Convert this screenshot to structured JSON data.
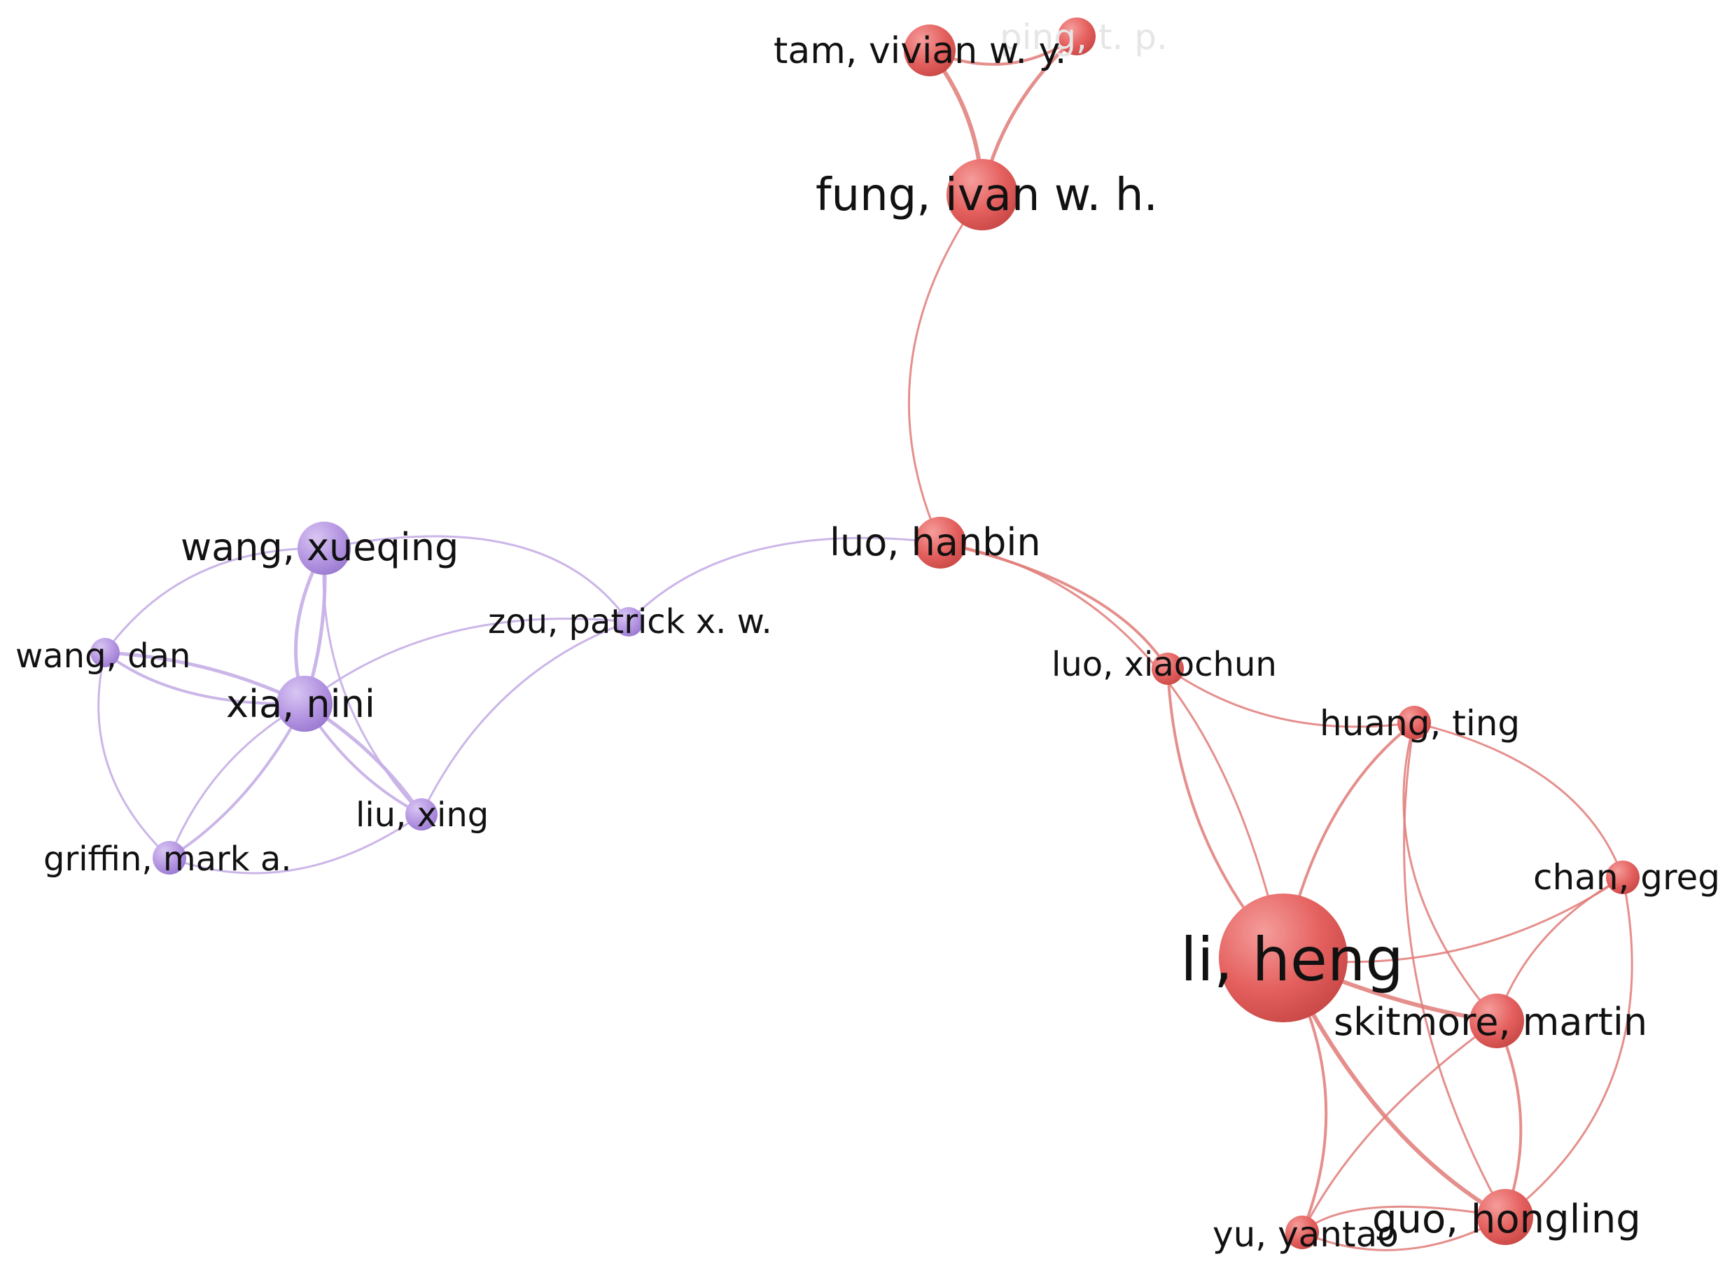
{
  "colors": {
    "red_cluster": "#e4605e",
    "red_edge": "#e07b78",
    "purple_cluster": "#b596e2",
    "purple_edge": "#c5aee6"
  },
  "nodes": {
    "tam_vivian": "tam, vivian w. y.",
    "ping": "ping, t. p.",
    "fung_ivan": "fung, ivan w. h.",
    "luo_hanbin": "luo, hanbin",
    "wang_xueqing": "wang, xueqing",
    "zou_patrick": "zou, patrick x. w.",
    "wang_dan": "wang, dan",
    "xia_nini": "xia, nini",
    "liu_xing": "liu, xing",
    "griffin_mark": "griffin, mark a.",
    "luo_xiaochun": "luo, xiaochun",
    "huang_ting": "huang, ting",
    "chan_greg": "chan, greg",
    "li_heng": "li, heng",
    "skitmore_martin": "skitmore, martin",
    "yu_yantao": "yu, yantao",
    "guo_hongling": "guo, hongling"
  }
}
